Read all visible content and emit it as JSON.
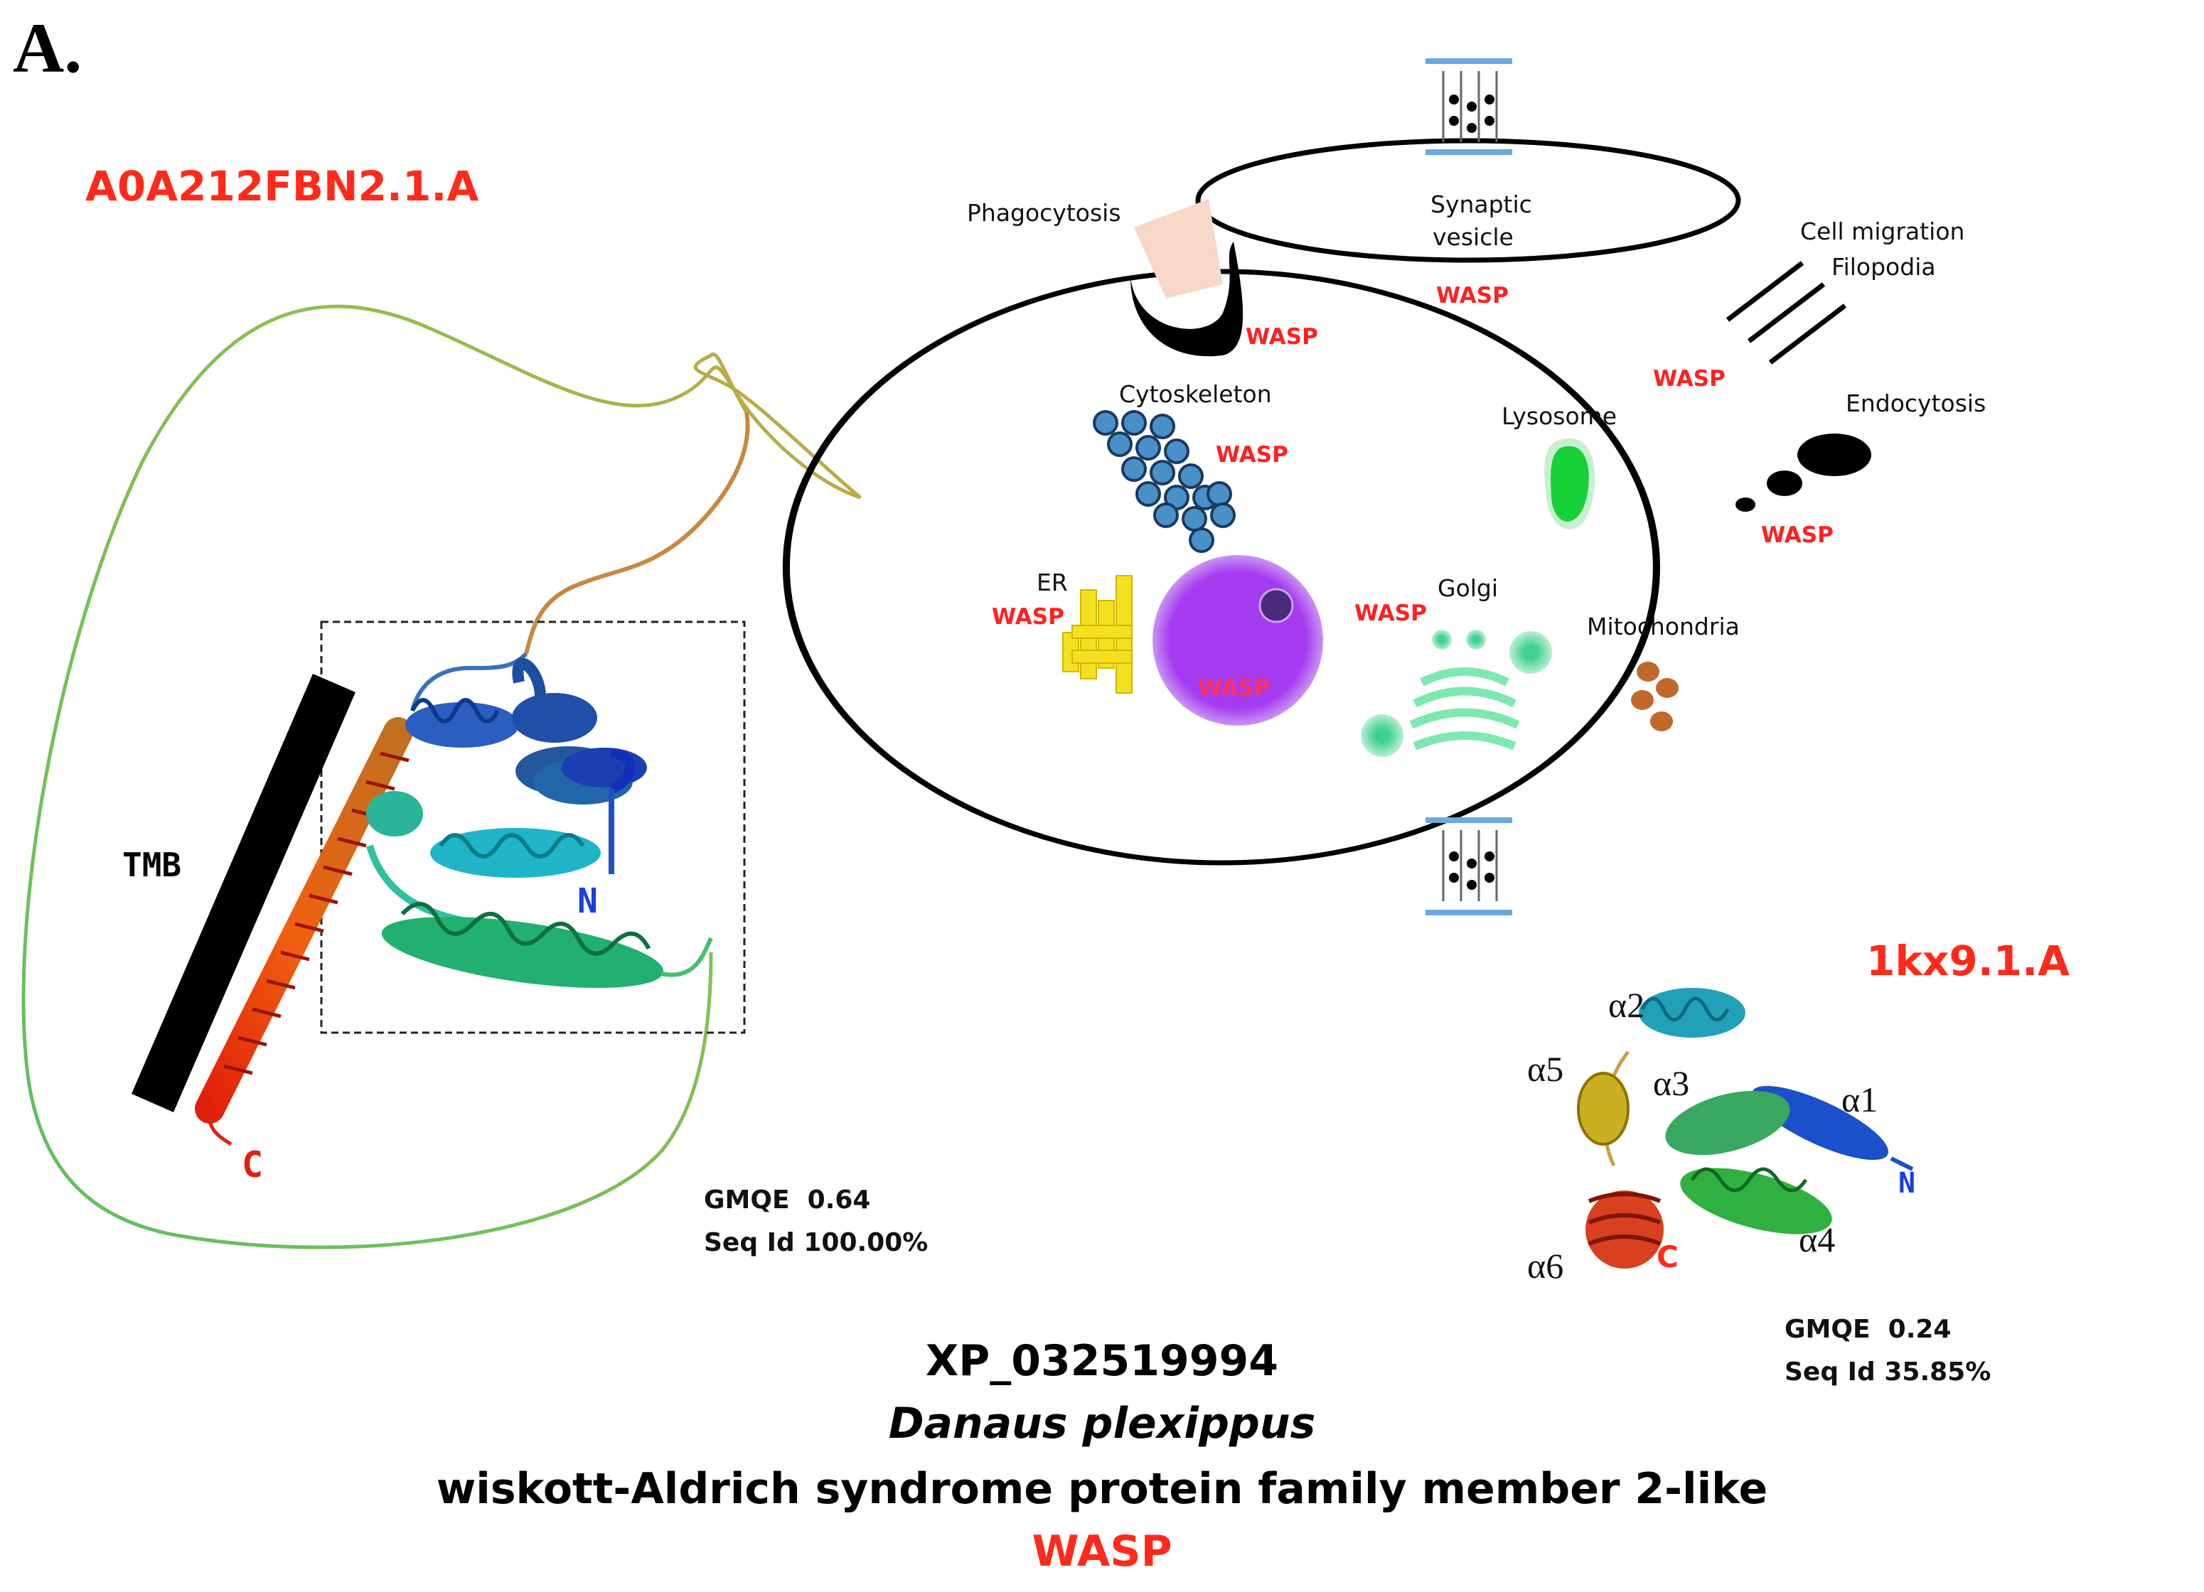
{
  "panel_label": "A.",
  "left_model": {
    "title": "A0A212FBN2.1.A",
    "tmb_label": "TMB",
    "n_label": "N",
    "c_label": "C",
    "gmqe_label": "GMQE",
    "gmqe_value": "0.64",
    "seqid_label": "Seq Id",
    "seqid_value": "100.00%"
  },
  "right_model": {
    "title": "1kx9.1.A",
    "helices": [
      "α1",
      "α2",
      "α3",
      "α4",
      "α5",
      "α6"
    ],
    "n_label": "N",
    "c_label": "C",
    "gmqe_label": "GMQE",
    "gmqe_value": "0.24",
    "seqid_label": "Seq Id",
    "seqid_value": "35.85%"
  },
  "cell": {
    "phagocytosis": "Phagocytosis",
    "synaptic_vesicle_line1": "Synaptic",
    "synaptic_vesicle_line2": "vesicle",
    "cell_migration_line1": "Cell migration",
    "cell_migration_line2": "Filopodia",
    "endocytosis": "Endocytosis",
    "cytoskeleton": "Cytoskeleton",
    "lysosome": "Lysosome",
    "er": "ER",
    "golgi": "Golgi",
    "mitochondria": "Mitochondria",
    "wasp_tag": "WASP"
  },
  "caption": {
    "accession": "XP_032519994",
    "species": "Danaus plexippus",
    "protein_name": "wiskott-Aldrich syndrome protein family member 2-like",
    "short_name": "WASP"
  },
  "colors": {
    "accent_red": "#ff2a1a",
    "nucleus": "#a53cf0",
    "lysosome": "#22cc33",
    "er": "#f5e020",
    "cytoskeleton": "#4a90c8",
    "mitochondria": "#c0692a",
    "golgi": "#7ee8b0"
  }
}
